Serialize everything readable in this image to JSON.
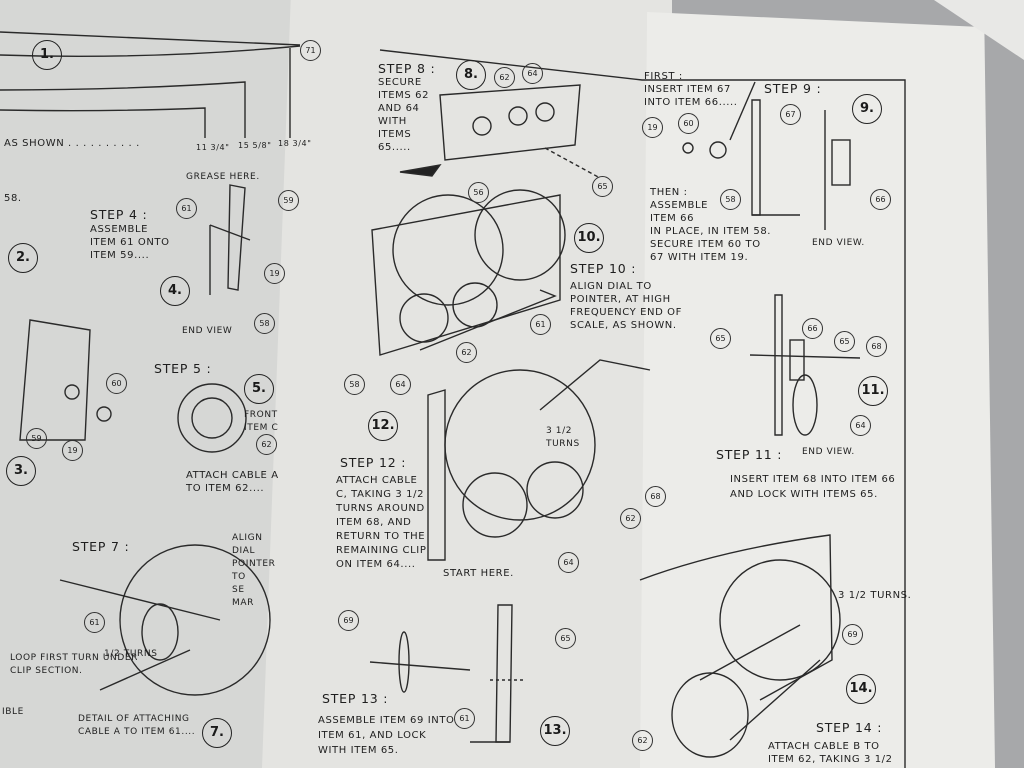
{
  "left_panel": {
    "shown_label": "AS SHOWN . . . . . . . . . .",
    "item_58_fragment": "58.",
    "dimensions": [
      "11 3/4\"",
      "15 5/8\"",
      "18 3/4\""
    ],
    "step4_title": "STEP 4 :",
    "step4_text": "ASSEMBLE\nITEM 61 ONTO\nITEM 59....",
    "grease_label": "GREASE HERE.",
    "end_view": "END VIEW",
    "step5_title": "STEP 5 :",
    "front_label": "FRONT\nITEM C",
    "attach_cable_a": "ATTACH CABLE A\nTO ITEM 62....",
    "step7_title": "STEP 7 :",
    "align_dial": "ALIGN\nDIAL\nPOINTER\nTO\nSE\nMAR",
    "half_turns": "1/2 TURNS",
    "loop_first": "LOOP FIRST TURN UNDER\nCLIP SECTION.",
    "ible": "IBLE",
    "detail_attaching": "DETAIL OF ATTACHING\nCABLE A   TO ITEM 61...."
  },
  "middle_panel": {
    "step8_title": "STEP 8 :",
    "step8_text": "SECURE\nITEMS 62\nAND 64\nWITH\nITEMS\n65.....",
    "step10_title": "STEP 10 :",
    "step10_text": "ALIGN DIAL TO\nPOINTER, AT HIGH\nFREQUENCY END OF\nSCALE, AS SHOWN.",
    "turns_label": "3 1/2\nTURNS",
    "step12_title": "STEP 12 :",
    "step12_text": "ATTACH CABLE\nC, TAKING 3 1/2\nTURNS AROUND\nITEM 68, AND\nRETURN TO THE\nREMAINING CLIP\nON ITEM 64....",
    "start_here": "START HERE.",
    "step13_title": "STEP 13 :",
    "step13_text": "ASSEMBLE ITEM 69 INTO\nITEM 61, AND LOCK\nWITH ITEM 65."
  },
  "right_panel": {
    "first_text": "FIRST :\nINSERT ITEM 67\nINTO ITEM 66.....",
    "step9_title": "STEP 9 :",
    "then_text": "THEN :\nASSEMBLE\nITEM 66\nIN PLACE, IN ITEM 58.\nSECURE ITEM 60 TO\n67 WITH ITEM 19.",
    "end_view_1": "END VIEW.",
    "end_view_2": "END VIEW.",
    "step11_title": "STEP 11 :",
    "step11_text": "INSERT ITEM 68 INTO ITEM 66\nAND LOCK WITH ITEMS 65.",
    "turns_label": "3 1/2 TURNS.",
    "step14_title": "STEP 14 :",
    "step14_text": "ATTACH CABLE B TO\nITEM 62, TAKING 3 1/2"
  },
  "figures": [
    "1.",
    "2.",
    "3.",
    "4.",
    "5.",
    "7.",
    "8.",
    "9.",
    "10.",
    "11.",
    "12.",
    "13.",
    "14."
  ],
  "item_callouts": {
    "left": [
      "71",
      "61",
      "59",
      "19",
      "58",
      "60",
      "59",
      "19",
      "61",
      "62"
    ],
    "middle": [
      "62",
      "64",
      "65",
      "56",
      "61",
      "62",
      "58",
      "64",
      "68",
      "62",
      "64",
      "69",
      "65",
      "61"
    ],
    "right": [
      "19",
      "60",
      "67",
      "58",
      "66",
      "65",
      "66",
      "65",
      "68",
      "64",
      "69",
      "62"
    ]
  }
}
